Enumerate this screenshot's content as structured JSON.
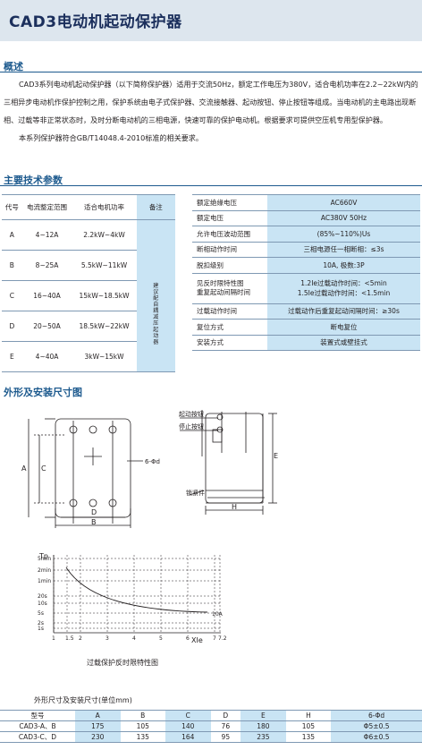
{
  "header": {
    "title": "CAD3电动机起动保护器"
  },
  "overview": {
    "heading": "概述",
    "paragraph1": "CAD3系列电动机起动保护器（以下简称保护器）适用于交流50Hz，额定工作电压为380V，适合电机功率在2.2~22kW内的三相异步电动机作保护控制之用，保护系统由电子式保护器、交流接触器、起动按钮、停止按钮等组成。当电动机的主电路出现断相、过载等非正常状态时，及时分断电动机的三相电源，快速可靠的保护电动机。根据要求可提供空压机专用型保护器。",
    "paragraph2": "本系列保护器符合GB/T14048.4-2010标准的相关要求。"
  },
  "params": {
    "heading": "主要技术参数",
    "table1": {
      "headers": [
        "代号",
        "电流整定范围",
        "适合电机功率",
        "备注"
      ],
      "rows": [
        [
          "A",
          "4~12A",
          "2.2kW~4kW"
        ],
        [
          "B",
          "8~25A",
          "5.5kW~11kW"
        ],
        [
          "C",
          "16~40A",
          "15kW~18.5kW"
        ],
        [
          "D",
          "20~50A",
          "18.5kW~22kW"
        ],
        [
          "E",
          "4~40A",
          "3kW~15kW"
        ]
      ],
      "note": "建议配自耦减压起动器"
    },
    "table2": {
      "rows": [
        {
          "k": "额定绝缘电压",
          "v": "AC660V"
        },
        {
          "k": "额定电压",
          "v": "AC380V 50Hz"
        },
        {
          "k": "允许电压波动范围",
          "v": "(85%~110%)Us"
        },
        {
          "k": "断相动作时间",
          "v": "三相电源任一相断相：≤3s"
        },
        {
          "k": "脱扣级别",
          "v": "10A, 极数:3P"
        },
        {
          "k": "见反时限特性图\n重复起动间隔时间",
          "v": "1.2Ie过载动作时间：<5min\n1.5Ie过载动作时间：<1.5min"
        },
        {
          "k": "过载动作时间",
          "v": "过载动作后重复起动间隔时间：≥30s"
        },
        {
          "k": "复位方式",
          "v": "断电复位"
        },
        {
          "k": "安装方式",
          "v": "装置式或壁挂式"
        }
      ]
    }
  },
  "install": {
    "heading": "外形及安装尺寸图",
    "front_labels": {
      "a": "A",
      "c": "C",
      "d": "D",
      "b": "B",
      "holes": "6-Φd"
    },
    "side_labels": {
      "start": "起动按钮",
      "stop": "停止按钮",
      "e": "E",
      "h": "H",
      "screw": "锁紧件"
    }
  },
  "curve": {
    "caption": "过载保护反时限特性图",
    "y_axis_label": "Tp",
    "x_axis_label": "XIe",
    "curve_label": "10A",
    "y_ticks": [
      "5min",
      "2min",
      "1min",
      "20s",
      "10s",
      "5s",
      "2s",
      "1s"
    ],
    "x_ticks": [
      "1",
      "1.5",
      "2",
      "3",
      "4",
      "5",
      "6",
      "7",
      "7.2"
    ]
  },
  "dimensions": {
    "caption": "外形尺寸及安装尺寸(单位mm)",
    "headers": [
      "型号",
      "A",
      "B",
      "C",
      "D",
      "E",
      "H",
      "6-Φd"
    ],
    "rows": [
      [
        "CAD3-A、B",
        "175",
        "105",
        "140",
        "76",
        "180",
        "105",
        "Φ5±0.5"
      ],
      [
        "CAD3-C、D",
        "230",
        "135",
        "164",
        "95",
        "235",
        "135",
        "Φ6±0.5"
      ]
    ]
  }
}
